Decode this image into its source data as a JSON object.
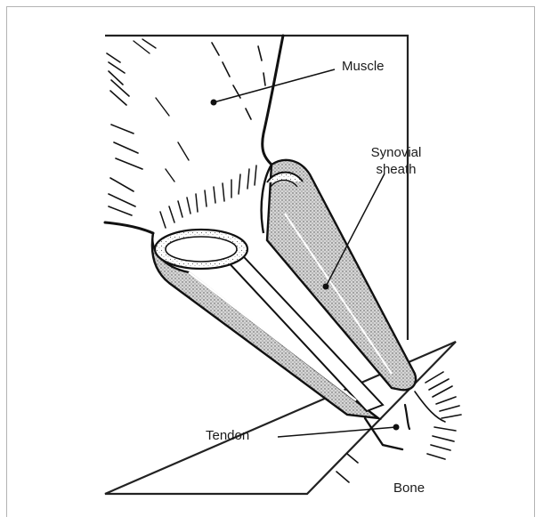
{
  "labels": {
    "muscle": "Muscle",
    "synovial_line1": "Synovial",
    "synovial_line2": "sheath",
    "tendon": "Tendon",
    "bone": "Bone"
  },
  "colors": {
    "stroke": "#111111",
    "frame": "#b3b3b3",
    "stipple_fill": "#c8c8c8"
  }
}
